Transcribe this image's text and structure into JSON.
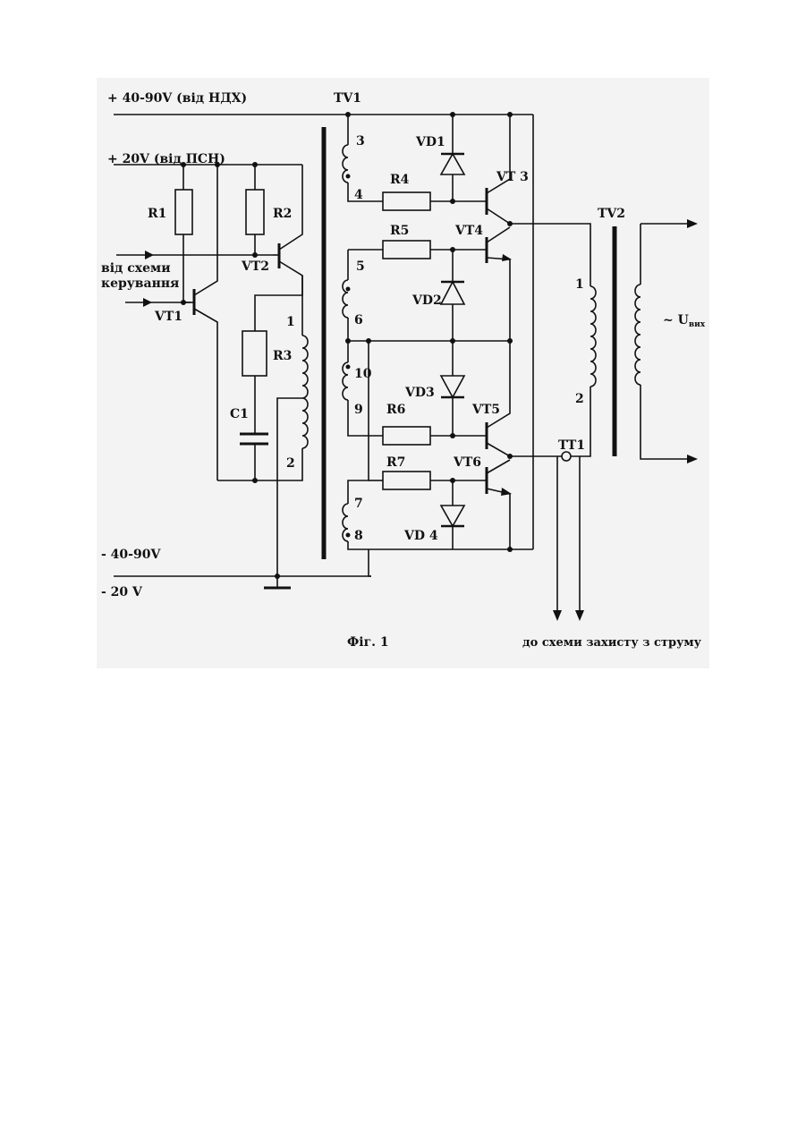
{
  "rails": {
    "pos_40_90": "+  40-90V (від  НДХ)",
    "pos_20": "+ 20V  (від ПСН)",
    "neg_40_90": "-  40-90V",
    "neg_20": "- 20 V"
  },
  "inputs": {
    "control_line1": "від схеми",
    "control_line2": "керування"
  },
  "transformers": {
    "tv1": "TV1",
    "tv2": "TV2",
    "tt1": "TT1"
  },
  "resistors": [
    "R1",
    "R2",
    "R3",
    "R4",
    "R5",
    "R6",
    "R7"
  ],
  "capacitors": [
    "C1"
  ],
  "diodes": [
    "VD1",
    "VD2",
    "VD3",
    "VD 4"
  ],
  "transistors": [
    "VT1",
    "VT2",
    "VT 3",
    "VT4",
    "VT5",
    "VT6"
  ],
  "pins": {
    "tv1_primary_1": "1",
    "tv1_primary_2": "2",
    "w3": "3",
    "w4": "4",
    "w5": "5",
    "w6": "6",
    "w7": "7",
    "w8": "8",
    "w9": "9",
    "w10": "10",
    "tv2_1": "1",
    "tv2_2": "2"
  },
  "output": {
    "voltage_prefix": "~ U",
    "voltage_sub": "вих"
  },
  "caption": {
    "figure": "Фіг. 1",
    "protection": "до схеми захисту з струму"
  }
}
